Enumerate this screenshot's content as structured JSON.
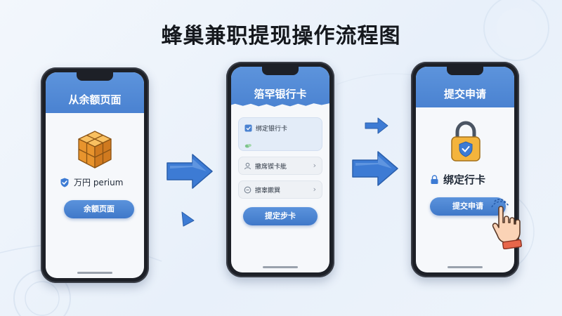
{
  "title": "蜂巢兼职提现操作流程图",
  "steps": [
    {
      "header": "从余额页面",
      "status_text": "万円 perium",
      "button_label": "余额页面"
    },
    {
      "header": "箈罕银行卡",
      "bank_card_label": "绑定银行卡",
      "list_items": [
        {
          "icon": "user-icon",
          "label": "撤席锲卡舭"
        },
        {
          "icon": "chat-icon",
          "label": "擦辜鏉巽"
        }
      ],
      "button_label": "提定步卡"
    },
    {
      "header": "提交申请",
      "bind_label": "绑定行卡",
      "button_label": "提交申请"
    }
  ],
  "colors": {
    "header_blue": "#4a82d1",
    "arrow_blue": "#3d7bd4",
    "cube_orange": "#f0a640",
    "check_blue": "#3d7bd4"
  }
}
